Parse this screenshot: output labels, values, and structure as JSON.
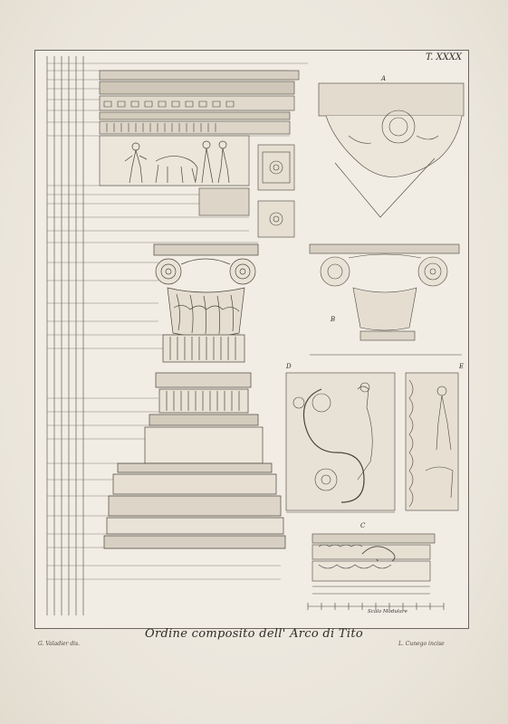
{
  "plate": {
    "number": "T. XXXX",
    "title": "Ordine composito dell' Arco di Tito",
    "credit_left": "G. Valadier dis.",
    "credit_right": "L. Cunego incise",
    "scale_label": "Scala Modulare"
  },
  "detail_letters": {
    "a": "A",
    "b": "B",
    "c": "C",
    "d": "D",
    "e": "E"
  }
}
